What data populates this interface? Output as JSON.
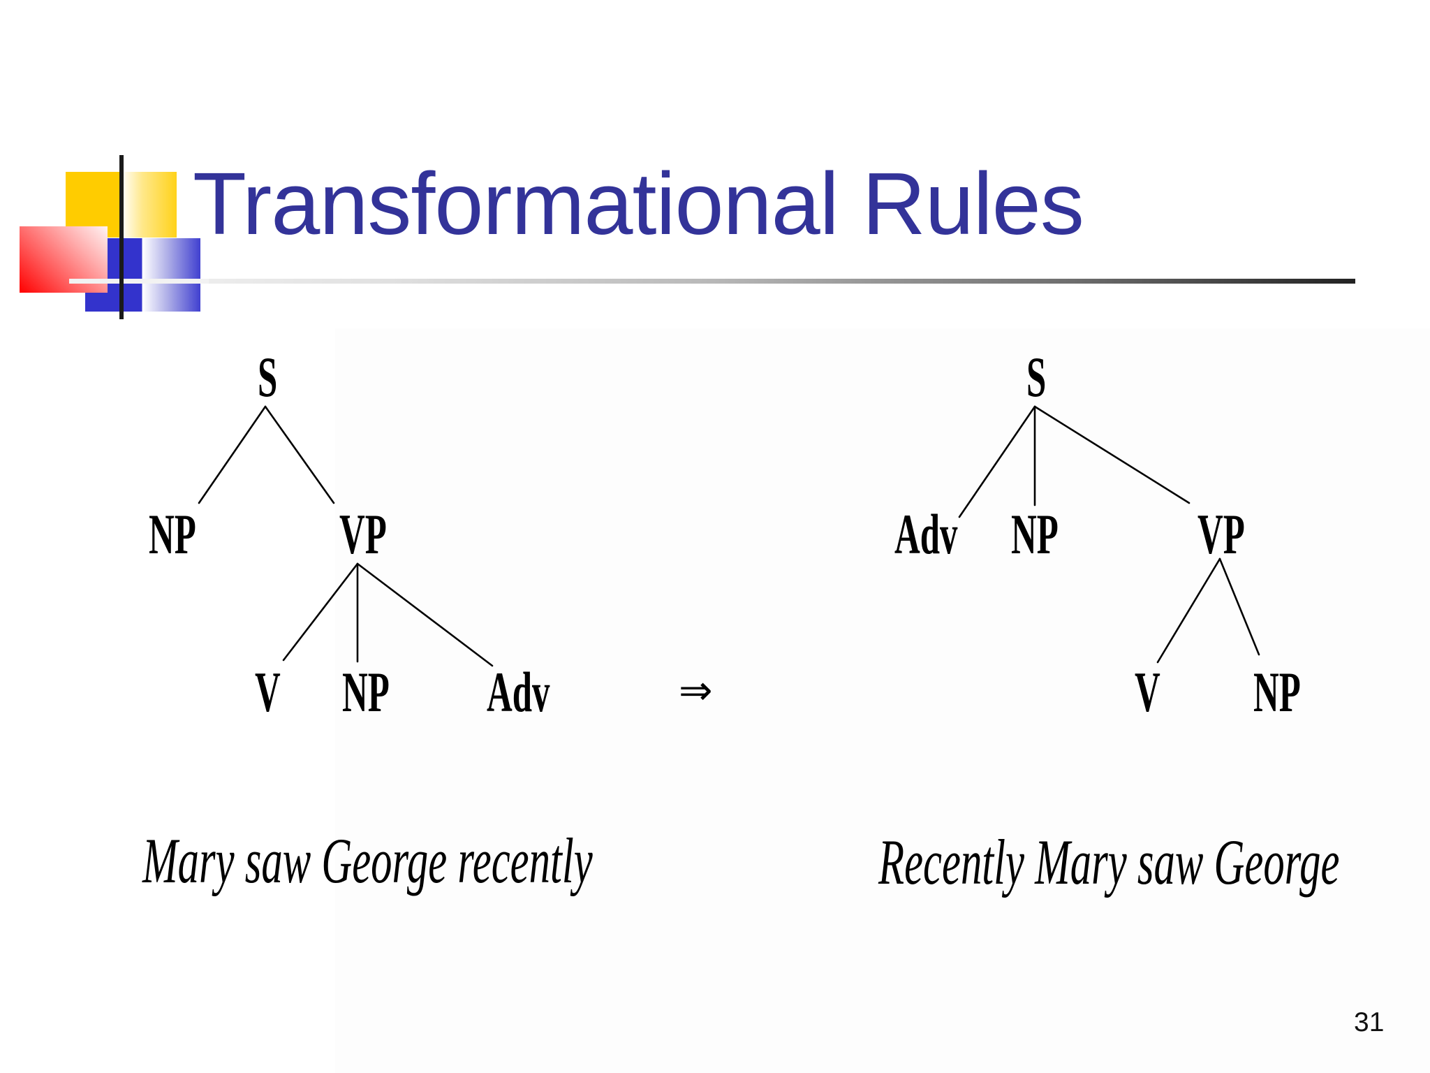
{
  "slide": {
    "title": "Transformational Rules",
    "page_number": "31",
    "colors": {
      "title": "#333399",
      "logo_yellow": "#FFCC00",
      "logo_blue": "#3333CC",
      "logo_red": "#FF0000",
      "rule_dark": "#222222"
    }
  },
  "diagram": {
    "transform_arrow": "⇒",
    "left_tree": {
      "root": "S",
      "children": [
        {
          "label": "NP"
        },
        {
          "label": "VP",
          "children": [
            {
              "label": "V"
            },
            {
              "label": "NP"
            },
            {
              "label": "Adv"
            }
          ]
        }
      ],
      "sentence": "Mary saw George recently"
    },
    "right_tree": {
      "root": "S",
      "children": [
        {
          "label": "Adv"
        },
        {
          "label": "NP"
        },
        {
          "label": "VP",
          "children": [
            {
              "label": "V"
            },
            {
              "label": "NP"
            }
          ]
        }
      ],
      "sentence": "Recently Mary saw George"
    }
  }
}
